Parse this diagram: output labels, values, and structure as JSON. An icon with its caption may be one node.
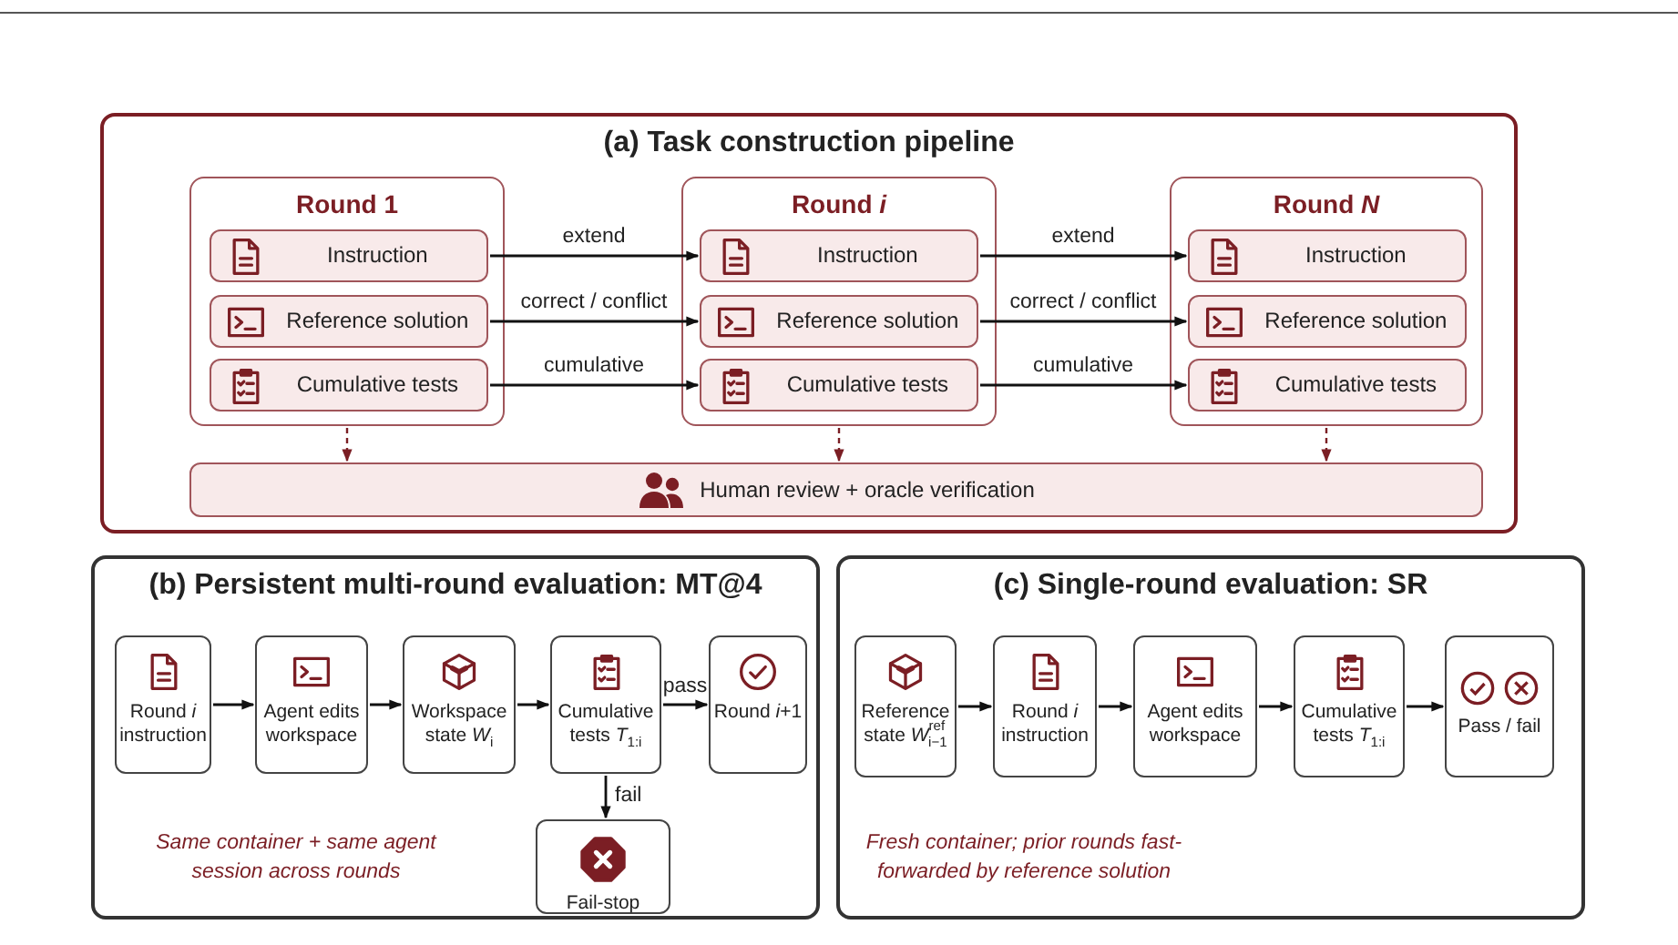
{
  "diagram": {
    "nodes": [
      {
        "text": [
          "(a) Task construction pipeline"
        ]
      },
      {
        "text": [
          "Round 1"
        ],
        "in": 0
      },
      {
        "text": [
          "Instruction"
        ],
        "in": 1
      },
      {
        "text": [
          "Reference solution"
        ],
        "in": 1
      },
      {
        "text": [
          "Cumulative tests"
        ],
        "in": 1
      },
      {
        "text": [
          "Round *i*"
        ],
        "in": 0
      },
      {
        "text": [
          "Instruction"
        ],
        "in": 5
      },
      {
        "text": [
          "Reference solution"
        ],
        "in": 5
      },
      {
        "text": [
          "Cumulative tests"
        ],
        "in": 5
      },
      {
        "text": [
          "Round *N*"
        ],
        "in": 0
      },
      {
        "text": [
          "Instruction"
        ],
        "in": 9
      },
      {
        "text": [
          "Reference solution"
        ],
        "in": 9
      },
      {
        "text": [
          "Cumulative tests"
        ],
        "in": 9
      },
      {
        "text": [
          "Human review + oracle verification"
        ],
        "in": 0
      },
      {
        "text": [
          "(b) Persistent multi-round evaluation: MT@4"
        ]
      },
      {
        "text": [
          "Round *i* instruction"
        ],
        "in": 14
      },
      {
        "text": [
          "Agent edits workspace"
        ],
        "in": 14
      },
      {
        "text": [
          "Workspace state *W*$_{i}$"
        ],
        "in": 14
      },
      {
        "text": [
          "Cumulative tests *T*$_{1:i}$"
        ],
        "in": 14
      },
      {
        "text": [
          "Round *i*+1"
        ],
        "in": 14
      },
      {
        "text": [
          "Fail-stop"
        ],
        "in": 14
      },
      {
        "text": [
          "(c) Single-round evaluation: SR"
        ]
      },
      {
        "text": [
          "Reference state *W*$^{ref}$$_{i−1}$"
        ],
        "in": 21
      },
      {
        "text": [
          "Round *i* instruction"
        ],
        "in": 21
      },
      {
        "text": [
          "Agent edits workspace"
        ],
        "in": 21
      },
      {
        "text": [
          "Cumulative tests *T*$_{1:i}$"
        ],
        "in": 21
      },
      {
        "text": [
          "Pass / fail"
        ],
        "in": 21
      }
    ],
    "edges": [
      {
        "from": 2,
        "to": 6,
        "arrow": "to",
        "label": "extend"
      },
      {
        "from": 3,
        "to": 7,
        "arrow": "to",
        "label": "correct / conflict"
      },
      {
        "from": 4,
        "to": 8,
        "arrow": "to",
        "label": "cumulative"
      },
      {
        "from": 6,
        "to": 10,
        "arrow": "to",
        "label": "extend"
      },
      {
        "from": 7,
        "to": 11,
        "arrow": "to",
        "label": "correct / conflict"
      },
      {
        "from": 8,
        "to": 12,
        "arrow": "to",
        "label": "cumulative"
      },
      {
        "from": 1,
        "to": 13,
        "arrow": "to",
        "style": "dashed",
        "color": "#7b1e24"
      },
      {
        "from": 5,
        "to": 13,
        "arrow": "to",
        "style": "dashed",
        "color": "#7b1e24"
      },
      {
        "from": 9,
        "to": 13,
        "arrow": "to",
        "style": "dashed",
        "color": "#7b1e24"
      },
      {
        "from": 15,
        "to": 16,
        "arrow": "to"
      },
      {
        "from": 16,
        "to": 17,
        "arrow": "to"
      },
      {
        "from": 17,
        "to": 18,
        "arrow": "to"
      },
      {
        "from": 18,
        "to": 19,
        "arrow": "to",
        "label": "pass"
      },
      {
        "from": 18,
        "to": 20,
        "arrow": "to",
        "label": "fail"
      },
      {
        "from": 22,
        "to": 23,
        "arrow": "to"
      },
      {
        "from": 23,
        "to": 24,
        "arrow": "to"
      },
      {
        "from": 24,
        "to": 25,
        "arrow": "to"
      },
      {
        "from": 25,
        "to": 26,
        "arrow": "to"
      }
    ],
    "labels": [
      "Same container + same agent session across rounds",
      "Fresh container; prior rounds fast-forwarded by reference solution"
    ]
  }
}
